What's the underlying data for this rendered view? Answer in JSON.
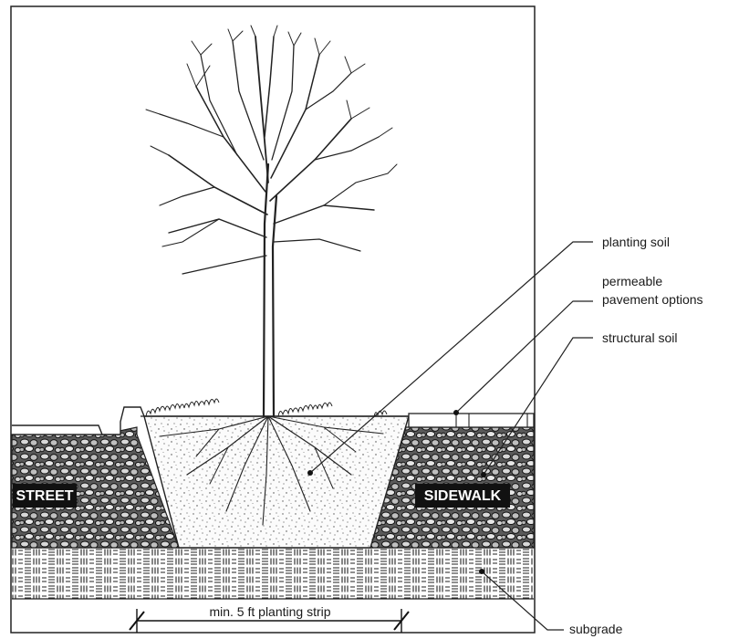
{
  "diagram": {
    "callouts": {
      "planting_soil": "planting soil",
      "permeable_line1": "permeable",
      "permeable_line2": "pavement options",
      "structural_soil": "structural soil",
      "subgrade": "subgrade"
    },
    "zones": {
      "street": "STREET",
      "sidewalk": "SIDEWALK"
    },
    "dimension": "min. 5 ft planting strip"
  }
}
